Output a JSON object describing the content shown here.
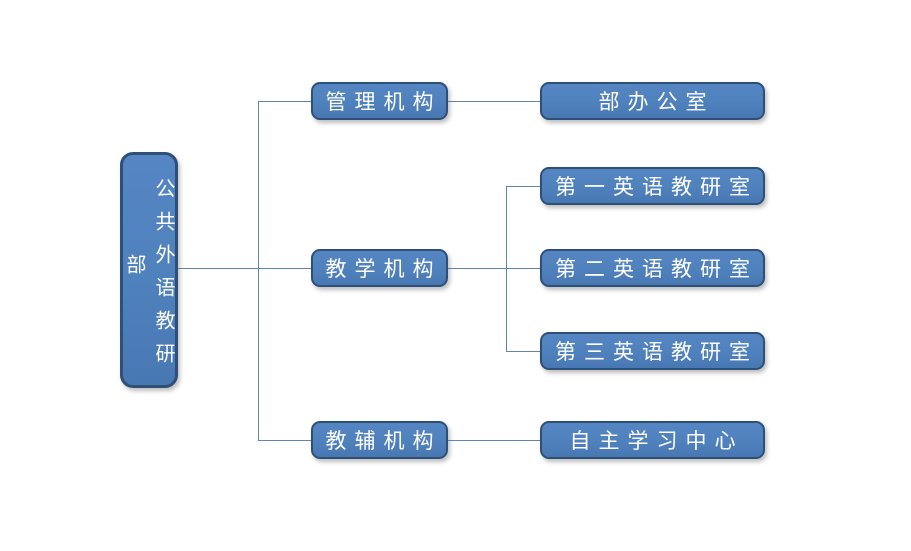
{
  "org": {
    "root": {
      "label": "公共外语教研部"
    },
    "branches": [
      {
        "label": "管理机构",
        "children": [
          {
            "label": "部办公室"
          }
        ]
      },
      {
        "label": "教学机构",
        "children": [
          {
            "label": "第一英语教研室"
          },
          {
            "label": "第二英语教研室"
          },
          {
            "label": "第三英语教研室"
          }
        ]
      },
      {
        "label": "教辅机构",
        "children": [
          {
            "label": "自主学习中心"
          }
        ]
      }
    ]
  },
  "colors": {
    "box_fill": "#4f81bd",
    "box_border": "#2e5077",
    "line": "#5e87b0",
    "text": "#ffffff",
    "background": "#ffffff"
  }
}
